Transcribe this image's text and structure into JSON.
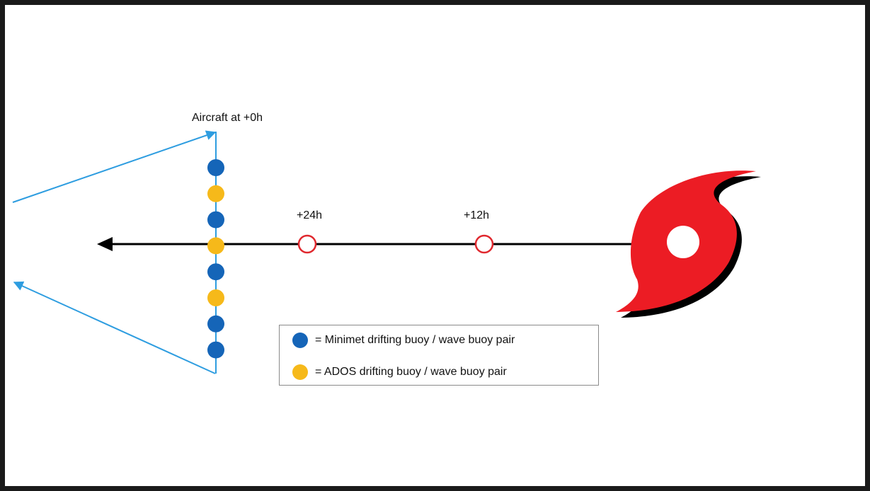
{
  "labels": {
    "aircraft": "Aircraft at +0h",
    "t24": "+24h",
    "t12": "+12h"
  },
  "legend": {
    "items": [
      {
        "text": "= Minimet drifting buoy / wave buoy pair",
        "color": "#1565b8"
      },
      {
        "text": "= ADOS drifting buoy / wave buoy pair",
        "color": "#f6b91a"
      }
    ]
  },
  "buoy_column": [
    "minimet",
    "ados",
    "minimet",
    "ados",
    "minimet",
    "ados",
    "minimet",
    "minimet"
  ],
  "colors": {
    "minimet": "#1565b8",
    "ados": "#f6b91a",
    "flight_path": "#2e9de0",
    "forecast_marker": "#e0282e",
    "hurricane": "#ec1c24",
    "track": "#000000"
  },
  "icons": {
    "hurricane": "hurricane-icon"
  }
}
